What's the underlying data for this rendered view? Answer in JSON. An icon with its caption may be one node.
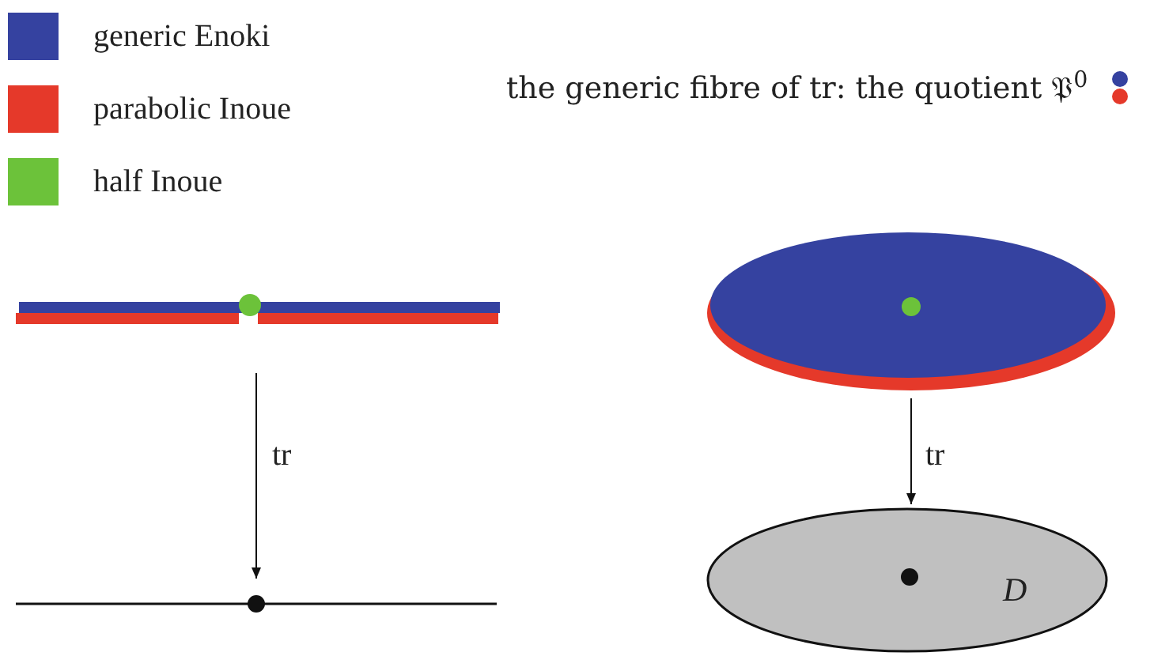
{
  "diagram": {
    "nodes": [
      {
        "text": [],
        "shape": "bar"
      },
      {
        "text": [],
        "shape": "bar"
      },
      {
        "text": [],
        "shape": "ellipse"
      },
      {
        "text": [
          "D"
        ]
      }
    ],
    "edges": [
      {
        "from": 0,
        "to": 1,
        "arrow": "to",
        "label": "tr"
      },
      {
        "from": 2,
        "to": 3,
        "arrow": "to",
        "label": "tr"
      }
    ],
    "labels": [
      "the generic fibre of tr: the quotient 𝔓$^{0}$"
    ],
    "legend": [
      {
        "text": "generic Enoki",
        "color": "#3542a0"
      },
      {
        "text": "parabolic Inoue",
        "color": "#e5392a"
      },
      {
        "text": "half Inoue",
        "color": "#6cc23a"
      }
    ]
  }
}
